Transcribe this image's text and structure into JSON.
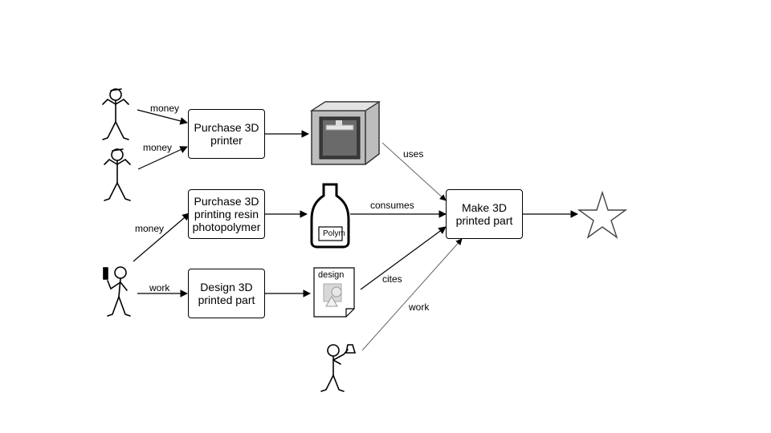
{
  "processes": {
    "purchase_printer": "Purchase 3D\nprinter",
    "purchase_resin": "Purchase 3D\nprinting resin\nphotopolymer",
    "design_part": "Design 3D\nprinted part",
    "make_part": "Make 3D\nprinted part"
  },
  "edge_labels": {
    "money_1": "money",
    "money_2": "money",
    "money_3": "money",
    "work_1": "work",
    "uses": "uses",
    "consumes": "consumes",
    "cites": "cites",
    "work_2": "work"
  },
  "artifacts": {
    "bottle_label": "Polym",
    "design_label": "design"
  },
  "icons": {
    "agent": "stick-figure-icon",
    "printer": "3d-printer-icon",
    "resin": "resin-bottle-icon",
    "design": "design-document-icon",
    "outcome": "star-icon"
  }
}
